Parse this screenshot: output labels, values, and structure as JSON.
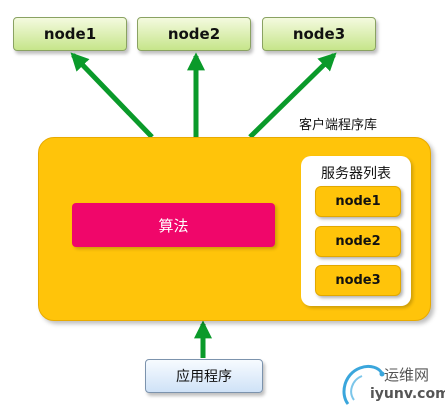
{
  "top_nodes": [
    "node1",
    "node2",
    "node3"
  ],
  "client_library_label": "客户端程序库",
  "algorithm_label": "算法",
  "server_list": {
    "title": "服务器列表",
    "items": [
      "node1",
      "node2",
      "node3"
    ]
  },
  "application_label": "应用程序",
  "watermark": {
    "text": "运维网",
    "url": "iyunv.com"
  },
  "colors": {
    "library_fill": "#ffc40a",
    "algorithm_fill": "#f0066a",
    "arrow": "#0a9a2a",
    "node_fill": "#c6e58a",
    "app_fill": "#cfe2f7"
  }
}
